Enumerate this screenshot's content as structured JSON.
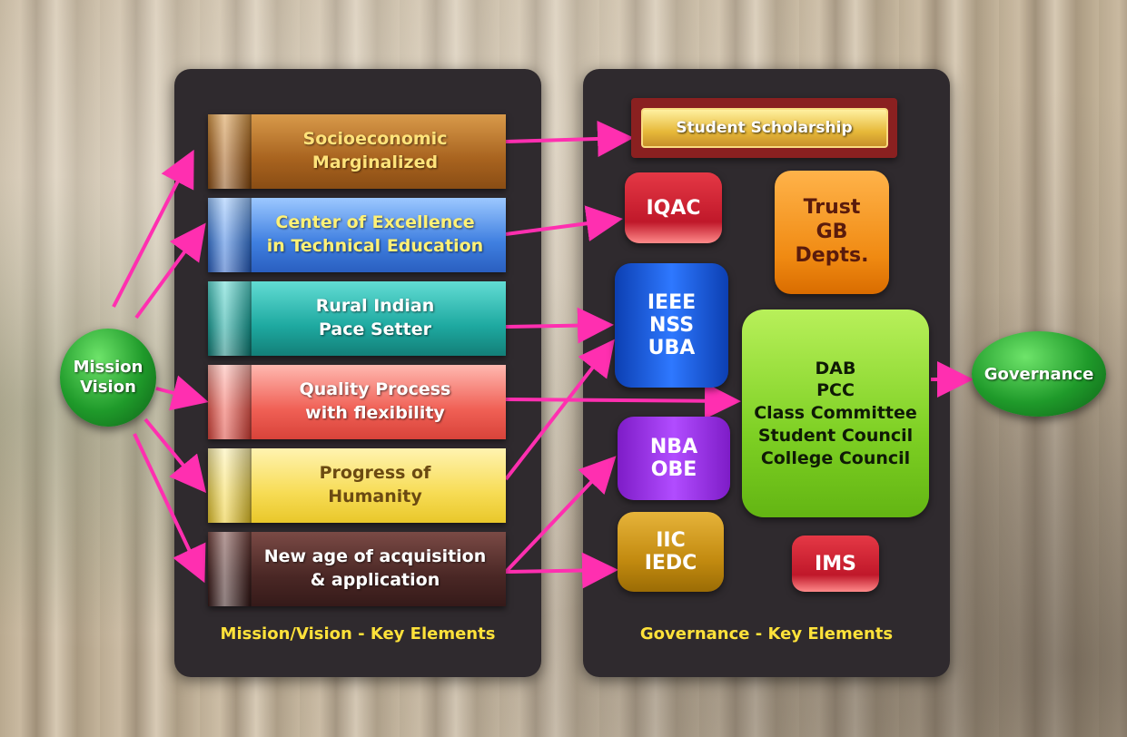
{
  "mission_vision_node": {
    "label": "Mission\nVision"
  },
  "governance_node": {
    "label": "Governance"
  },
  "left_panel": {
    "caption": "Mission/Vision - Key Elements",
    "banners": [
      {
        "label": "Socioeconomic\nMarginalized"
      },
      {
        "label": "Center of Excellence\nin Technical Education"
      },
      {
        "label": "Rural Indian\nPace Setter"
      },
      {
        "label": "Quality Process\nwith flexibility"
      },
      {
        "label": "Progress of\nHumanity"
      },
      {
        "label": "New age of acquisition\n& application"
      }
    ]
  },
  "right_panel": {
    "caption": "Governance - Key Elements",
    "scholarship": "Student Scholarship",
    "iqac": "IQAC",
    "trust": "Trust\nGB\nDepts.",
    "ieee": "IEEE\nNSS\nUBA",
    "dab": "DAB\nPCC\nClass Committee\nStudent Council\nCollege Council",
    "nba": "NBA\nOBE",
    "iic": "IIC\nIEDC",
    "ims": "IMS"
  },
  "colors": {
    "arrow": "#ff2fb0",
    "panel": "#2f2a2e",
    "caption": "#ffe23a"
  }
}
